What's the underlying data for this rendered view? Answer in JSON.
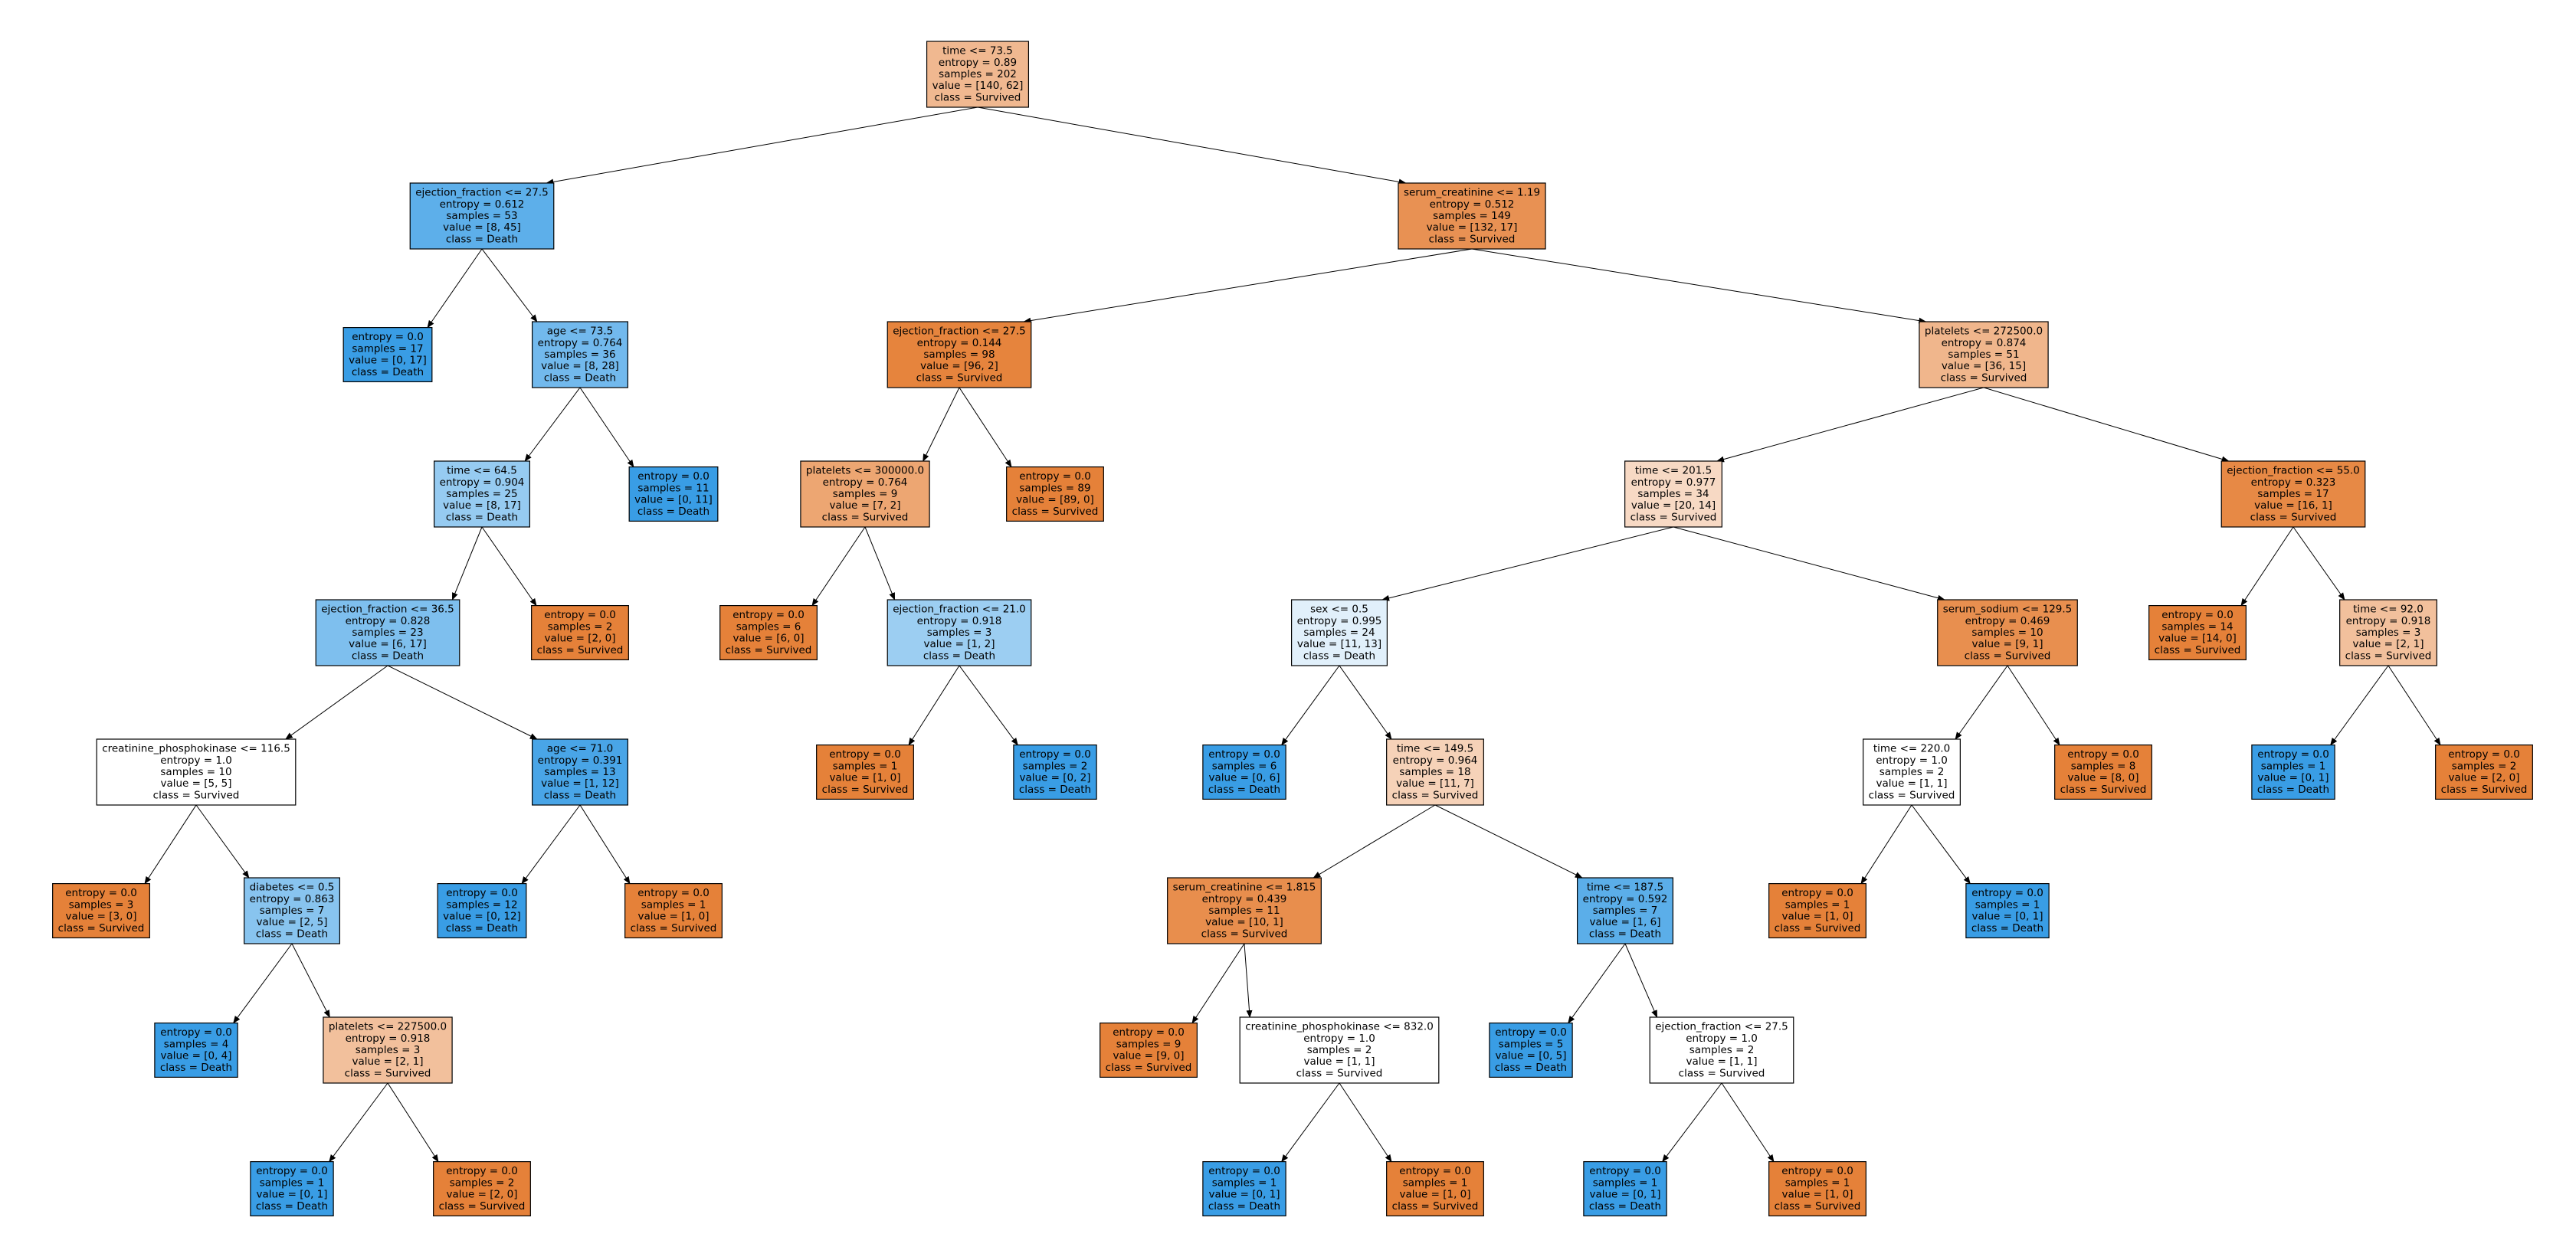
{
  "colors": {
    "survived": "#e58139",
    "death": "#399de5",
    "border": "#000000",
    "edge": "#000000"
  },
  "nodes": [
    {
      "id": "n0",
      "lines": [
        "time <= 73.5",
        "entropy = 0.89",
        "samples = 202",
        "value = [140, 62]",
        "class = Survived"
      ],
      "class_color": "survived",
      "purity": 0.56
    },
    {
      "id": "n1",
      "parent": "n0",
      "lines": [
        "ejection_fraction <= 27.5",
        "entropy = 0.612",
        "samples = 53",
        "value = [8, 45]",
        "class = Death"
      ],
      "class_color": "death",
      "purity": 0.82
    },
    {
      "id": "n2",
      "parent": "n1",
      "lines": [
        "entropy = 0.0",
        "samples = 17",
        "value = [0, 17]",
        "class = Death"
      ],
      "class_color": "death",
      "purity": 1.0
    },
    {
      "id": "n3",
      "parent": "n1",
      "lines": [
        "age <= 73.5",
        "entropy = 0.764",
        "samples = 36",
        "value = [8, 28]",
        "class = Death"
      ],
      "class_color": "death",
      "purity": 0.71
    },
    {
      "id": "n4",
      "parent": "n3",
      "lines": [
        "time <= 64.5",
        "entropy = 0.904",
        "samples = 25",
        "value = [8, 17]",
        "class = Death"
      ],
      "class_color": "death",
      "purity": 0.53
    },
    {
      "id": "n5",
      "parent": "n4",
      "lines": [
        "ejection_fraction <= 36.5",
        "entropy = 0.828",
        "samples = 23",
        "value = [6, 17]",
        "class = Death"
      ],
      "class_color": "death",
      "purity": 0.65
    },
    {
      "id": "n6",
      "parent": "n5",
      "lines": [
        "creatinine_phosphokinase <= 116.5",
        "entropy = 1.0",
        "samples = 10",
        "value = [5, 5]",
        "class = Survived"
      ],
      "class_color": "survived",
      "purity": 0.0
    },
    {
      "id": "n7",
      "parent": "n6",
      "lines": [
        "entropy = 0.0",
        "samples = 3",
        "value = [3, 0]",
        "class = Survived"
      ],
      "class_color": "survived",
      "purity": 1.0
    },
    {
      "id": "n8",
      "parent": "n6",
      "lines": [
        "diabetes <= 0.5",
        "entropy = 0.863",
        "samples = 7",
        "value = [2, 5]",
        "class = Death"
      ],
      "class_color": "death",
      "purity": 0.6
    },
    {
      "id": "n9",
      "parent": "n8",
      "lines": [
        "entropy = 0.0",
        "samples = 4",
        "value = [0, 4]",
        "class = Death"
      ],
      "class_color": "death",
      "purity": 1.0
    },
    {
      "id": "n10",
      "parent": "n8",
      "lines": [
        "platelets <= 227500.0",
        "entropy = 0.918",
        "samples = 3",
        "value = [2, 1]",
        "class = Survived"
      ],
      "class_color": "survived",
      "purity": 0.5
    },
    {
      "id": "n11",
      "parent": "n10",
      "lines": [
        "entropy = 0.0",
        "samples = 1",
        "value = [0, 1]",
        "class = Death"
      ],
      "class_color": "death",
      "purity": 1.0
    },
    {
      "id": "n12",
      "parent": "n10",
      "lines": [
        "entropy = 0.0",
        "samples = 2",
        "value = [2, 0]",
        "class = Survived"
      ],
      "class_color": "survived",
      "purity": 1.0
    },
    {
      "id": "n13",
      "parent": "n5",
      "lines": [
        "age <= 71.0",
        "entropy = 0.391",
        "samples = 13",
        "value = [1, 12]",
        "class = Death"
      ],
      "class_color": "death",
      "purity": 0.92
    },
    {
      "id": "n14",
      "parent": "n13",
      "lines": [
        "entropy = 0.0",
        "samples = 12",
        "value = [0, 12]",
        "class = Death"
      ],
      "class_color": "death",
      "purity": 1.0
    },
    {
      "id": "n15",
      "parent": "n13",
      "lines": [
        "entropy = 0.0",
        "samples = 1",
        "value = [1, 0]",
        "class = Survived"
      ],
      "class_color": "survived",
      "purity": 1.0
    },
    {
      "id": "n16",
      "parent": "n4",
      "lines": [
        "entropy = 0.0",
        "samples = 2",
        "value = [2, 0]",
        "class = Survived"
      ],
      "class_color": "survived",
      "purity": 1.0
    },
    {
      "id": "n17",
      "parent": "n3",
      "lines": [
        "entropy = 0.0",
        "samples = 11",
        "value = [0, 11]",
        "class = Death"
      ],
      "class_color": "death",
      "purity": 1.0
    },
    {
      "id": "n18",
      "parent": "n0",
      "lines": [
        "serum_creatinine <= 1.19",
        "entropy = 0.512",
        "samples = 149",
        "value = [132, 17]",
        "class = Survived"
      ],
      "class_color": "survived",
      "purity": 0.87
    },
    {
      "id": "n19",
      "parent": "n18",
      "lines": [
        "ejection_fraction <= 27.5",
        "entropy = 0.144",
        "samples = 98",
        "value = [96, 2]",
        "class = Survived"
      ],
      "class_color": "survived",
      "purity": 0.98
    },
    {
      "id": "n20",
      "parent": "n19",
      "lines": [
        "platelets <= 300000.0",
        "entropy = 0.764",
        "samples = 9",
        "value = [7, 2]",
        "class = Survived"
      ],
      "class_color": "survived",
      "purity": 0.71
    },
    {
      "id": "n21",
      "parent": "n20",
      "lines": [
        "entropy = 0.0",
        "samples = 6",
        "value = [6, 0]",
        "class = Survived"
      ],
      "class_color": "survived",
      "purity": 1.0
    },
    {
      "id": "n22",
      "parent": "n20",
      "lines": [
        "ejection_fraction <= 21.0",
        "entropy = 0.918",
        "samples = 3",
        "value = [1, 2]",
        "class = Death"
      ],
      "class_color": "death",
      "purity": 0.5
    },
    {
      "id": "n23",
      "parent": "n22",
      "lines": [
        "entropy = 0.0",
        "samples = 1",
        "value = [1, 0]",
        "class = Survived"
      ],
      "class_color": "survived",
      "purity": 1.0
    },
    {
      "id": "n24",
      "parent": "n22",
      "lines": [
        "entropy = 0.0",
        "samples = 2",
        "value = [0, 2]",
        "class = Death"
      ],
      "class_color": "death",
      "purity": 1.0
    },
    {
      "id": "n25",
      "parent": "n19",
      "lines": [
        "entropy = 0.0",
        "samples = 89",
        "value = [89, 0]",
        "class = Survived"
      ],
      "class_color": "survived",
      "purity": 1.0
    },
    {
      "id": "n26",
      "parent": "n18",
      "lines": [
        "platelets <= 272500.0",
        "entropy = 0.874",
        "samples = 51",
        "value = [36, 15]",
        "class = Survived"
      ],
      "class_color": "survived",
      "purity": 0.58
    },
    {
      "id": "n27",
      "parent": "n26",
      "lines": [
        "time <= 201.5",
        "entropy = 0.977",
        "samples = 34",
        "value = [20, 14]",
        "class = Survived"
      ],
      "class_color": "survived",
      "purity": 0.3
    },
    {
      "id": "n28",
      "parent": "n27",
      "lines": [
        "sex <= 0.5",
        "entropy = 0.995",
        "samples = 24",
        "value = [11, 13]",
        "class = Death"
      ],
      "class_color": "death",
      "purity": 0.15
    },
    {
      "id": "n29",
      "parent": "n28",
      "lines": [
        "entropy = 0.0",
        "samples = 6",
        "value = [0, 6]",
        "class = Death"
      ],
      "class_color": "death",
      "purity": 1.0
    },
    {
      "id": "n30",
      "parent": "n28",
      "lines": [
        "time <= 149.5",
        "entropy = 0.964",
        "samples = 18",
        "value = [11, 7]",
        "class = Survived"
      ],
      "class_color": "survived",
      "purity": 0.36
    },
    {
      "id": "n31",
      "parent": "n30",
      "lines": [
        "serum_creatinine <= 1.815",
        "entropy = 0.439",
        "samples = 11",
        "value = [10, 1]",
        "class = Survived"
      ],
      "class_color": "survived",
      "purity": 0.9
    },
    {
      "id": "n32",
      "parent": "n31",
      "lines": [
        "entropy = 0.0",
        "samples = 9",
        "value = [9, 0]",
        "class = Survived"
      ],
      "class_color": "survived",
      "purity": 1.0
    },
    {
      "id": "n33",
      "parent": "n31",
      "lines": [
        "creatinine_phosphokinase <= 832.0",
        "entropy = 1.0",
        "samples = 2",
        "value = [1, 1]",
        "class = Survived"
      ],
      "class_color": "survived",
      "purity": 0.0
    },
    {
      "id": "n34",
      "parent": "n33",
      "lines": [
        "entropy = 0.0",
        "samples = 1",
        "value = [0, 1]",
        "class = Death"
      ],
      "class_color": "death",
      "purity": 1.0
    },
    {
      "id": "n35",
      "parent": "n33",
      "lines": [
        "entropy = 0.0",
        "samples = 1",
        "value = [1, 0]",
        "class = Survived"
      ],
      "class_color": "survived",
      "purity": 1.0
    },
    {
      "id": "n36",
      "parent": "n30",
      "lines": [
        "time <= 187.5",
        "entropy = 0.592",
        "samples = 7",
        "value = [1, 6]",
        "class = Death"
      ],
      "class_color": "death",
      "purity": 0.83
    },
    {
      "id": "n37",
      "parent": "n36",
      "lines": [
        "entropy = 0.0",
        "samples = 5",
        "value = [0, 5]",
        "class = Death"
      ],
      "class_color": "death",
      "purity": 1.0
    },
    {
      "id": "n38",
      "parent": "n36",
      "lines": [
        "ejection_fraction <= 27.5",
        "entropy = 1.0",
        "samples = 2",
        "value = [1, 1]",
        "class = Survived"
      ],
      "class_color": "survived",
      "purity": 0.0
    },
    {
      "id": "n39",
      "parent": "n38",
      "lines": [
        "entropy = 0.0",
        "samples = 1",
        "value = [0, 1]",
        "class = Death"
      ],
      "class_color": "death",
      "purity": 1.0
    },
    {
      "id": "n40",
      "parent": "n38",
      "lines": [
        "entropy = 0.0",
        "samples = 1",
        "value = [1, 0]",
        "class = Survived"
      ],
      "class_color": "survived",
      "purity": 1.0
    },
    {
      "id": "n41",
      "parent": "n27",
      "lines": [
        "serum_sodium <= 129.5",
        "entropy = 0.469",
        "samples = 10",
        "value = [9, 1]",
        "class = Survived"
      ],
      "class_color": "survived",
      "purity": 0.89
    },
    {
      "id": "n42",
      "parent": "n41",
      "lines": [
        "time <= 220.0",
        "entropy = 1.0",
        "samples = 2",
        "value = [1, 1]",
        "class = Survived"
      ],
      "class_color": "survived",
      "purity": 0.0
    },
    {
      "id": "n43",
      "parent": "n42",
      "lines": [
        "entropy = 0.0",
        "samples = 1",
        "value = [1, 0]",
        "class = Survived"
      ],
      "class_color": "survived",
      "purity": 1.0
    },
    {
      "id": "n44",
      "parent": "n42",
      "lines": [
        "entropy = 0.0",
        "samples = 1",
        "value = [0, 1]",
        "class = Death"
      ],
      "class_color": "death",
      "purity": 1.0
    },
    {
      "id": "n45",
      "parent": "n41",
      "lines": [
        "entropy = 0.0",
        "samples = 8",
        "value = [8, 0]",
        "class = Survived"
      ],
      "class_color": "survived",
      "purity": 1.0
    },
    {
      "id": "n46",
      "parent": "n26",
      "lines": [
        "ejection_fraction <= 55.0",
        "entropy = 0.323",
        "samples = 17",
        "value = [16, 1]",
        "class = Survived"
      ],
      "class_color": "survived",
      "purity": 0.94
    },
    {
      "id": "n47",
      "parent": "n46",
      "lines": [
        "entropy = 0.0",
        "samples = 14",
        "value = [14, 0]",
        "class = Survived"
      ],
      "class_color": "survived",
      "purity": 1.0
    },
    {
      "id": "n48",
      "parent": "n46",
      "lines": [
        "time <= 92.0",
        "entropy = 0.918",
        "samples = 3",
        "value = [2, 1]",
        "class = Survived"
      ],
      "class_color": "survived",
      "purity": 0.5
    },
    {
      "id": "n49",
      "parent": "n48",
      "lines": [
        "entropy = 0.0",
        "samples = 1",
        "value = [0, 1]",
        "class = Death"
      ],
      "class_color": "death",
      "purity": 1.0
    },
    {
      "id": "n50",
      "parent": "n48",
      "lines": [
        "entropy = 0.0",
        "samples = 2",
        "value = [2, 0]",
        "class = Survived"
      ],
      "class_color": "survived",
      "purity": 1.0
    }
  ]
}
